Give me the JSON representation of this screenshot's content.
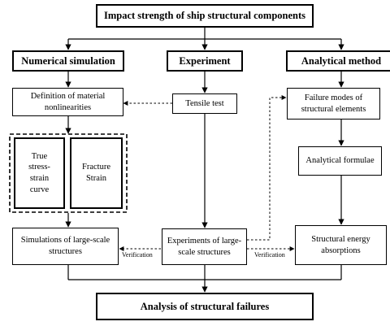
{
  "title": "Impact strength of ship structural components",
  "headers": {
    "numerical": "Numerical simulation",
    "experiment": "Experiment",
    "analytical": "Analytical method"
  },
  "nodes": {
    "definition": "Definition of material nonlinearities",
    "tensile": "Tensile test",
    "failure_modes": "Failure modes of structural elements",
    "true_curve": "True stress-strain curve",
    "fracture": "Fracture Strain",
    "analytical_formulae": "Analytical formulae",
    "simulations": "Simulations of large-scale structures",
    "experiments": "Experiments of large-scale structures",
    "energy": "Structural energy absorptions",
    "analysis": "Analysis of structural failures"
  },
  "edge_labels": {
    "verification_left": "Verification",
    "verification_right": "Verification"
  }
}
